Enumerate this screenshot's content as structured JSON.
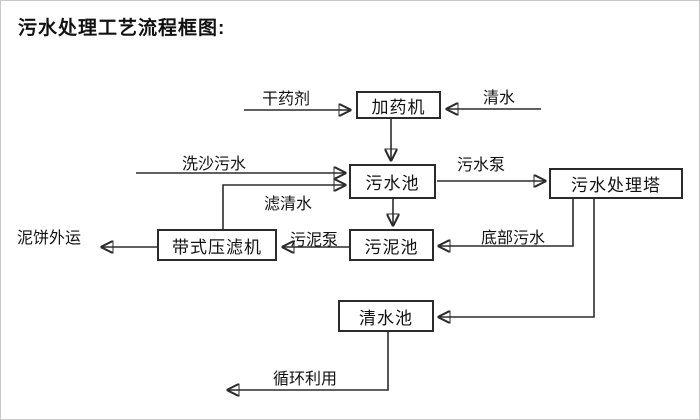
{
  "title": "污水处理工艺流程框图:",
  "flow": {
    "nodes": [
      {
        "id": "dosing-machine",
        "label": "加药机"
      },
      {
        "id": "sewage-pool",
        "label": "污水池"
      },
      {
        "id": "treatment-tower",
        "label": "污水处理塔"
      },
      {
        "id": "sludge-pool",
        "label": "污泥池"
      },
      {
        "id": "belt-filter-press",
        "label": "带式压滤机"
      },
      {
        "id": "clean-water-pool",
        "label": "清水池"
      }
    ],
    "edges": [
      {
        "from": "dry-chemical-input",
        "to": "dosing-machine",
        "label": "干药剂"
      },
      {
        "from": "clean-water-input",
        "to": "dosing-machine",
        "label": "清水"
      },
      {
        "from": "dosing-machine",
        "to": "sewage-pool",
        "label": ""
      },
      {
        "from": "sand-washing-sewage-input",
        "to": "sewage-pool",
        "label": "洗沙污水"
      },
      {
        "from": "belt-filter-press",
        "to": "sewage-pool",
        "label": "滤清水"
      },
      {
        "from": "sewage-pool",
        "to": "treatment-tower",
        "label": "污水泵"
      },
      {
        "from": "sewage-pool",
        "to": "sludge-pool",
        "label": ""
      },
      {
        "from": "treatment-tower",
        "to": "sludge-pool",
        "label": "底部污水"
      },
      {
        "from": "sludge-pool",
        "to": "belt-filter-press",
        "label": "污泥泵"
      },
      {
        "from": "belt-filter-press",
        "to": "mud-cake-outside",
        "label": "泥饼外运"
      },
      {
        "from": "treatment-tower",
        "to": "clean-water-pool",
        "label": ""
      },
      {
        "from": "clean-water-pool",
        "to": "recycle-use",
        "label": "循环利用"
      }
    ]
  },
  "colors": {
    "line": "#2b2b2b",
    "text": "#111111",
    "background": "#ffffff"
  }
}
